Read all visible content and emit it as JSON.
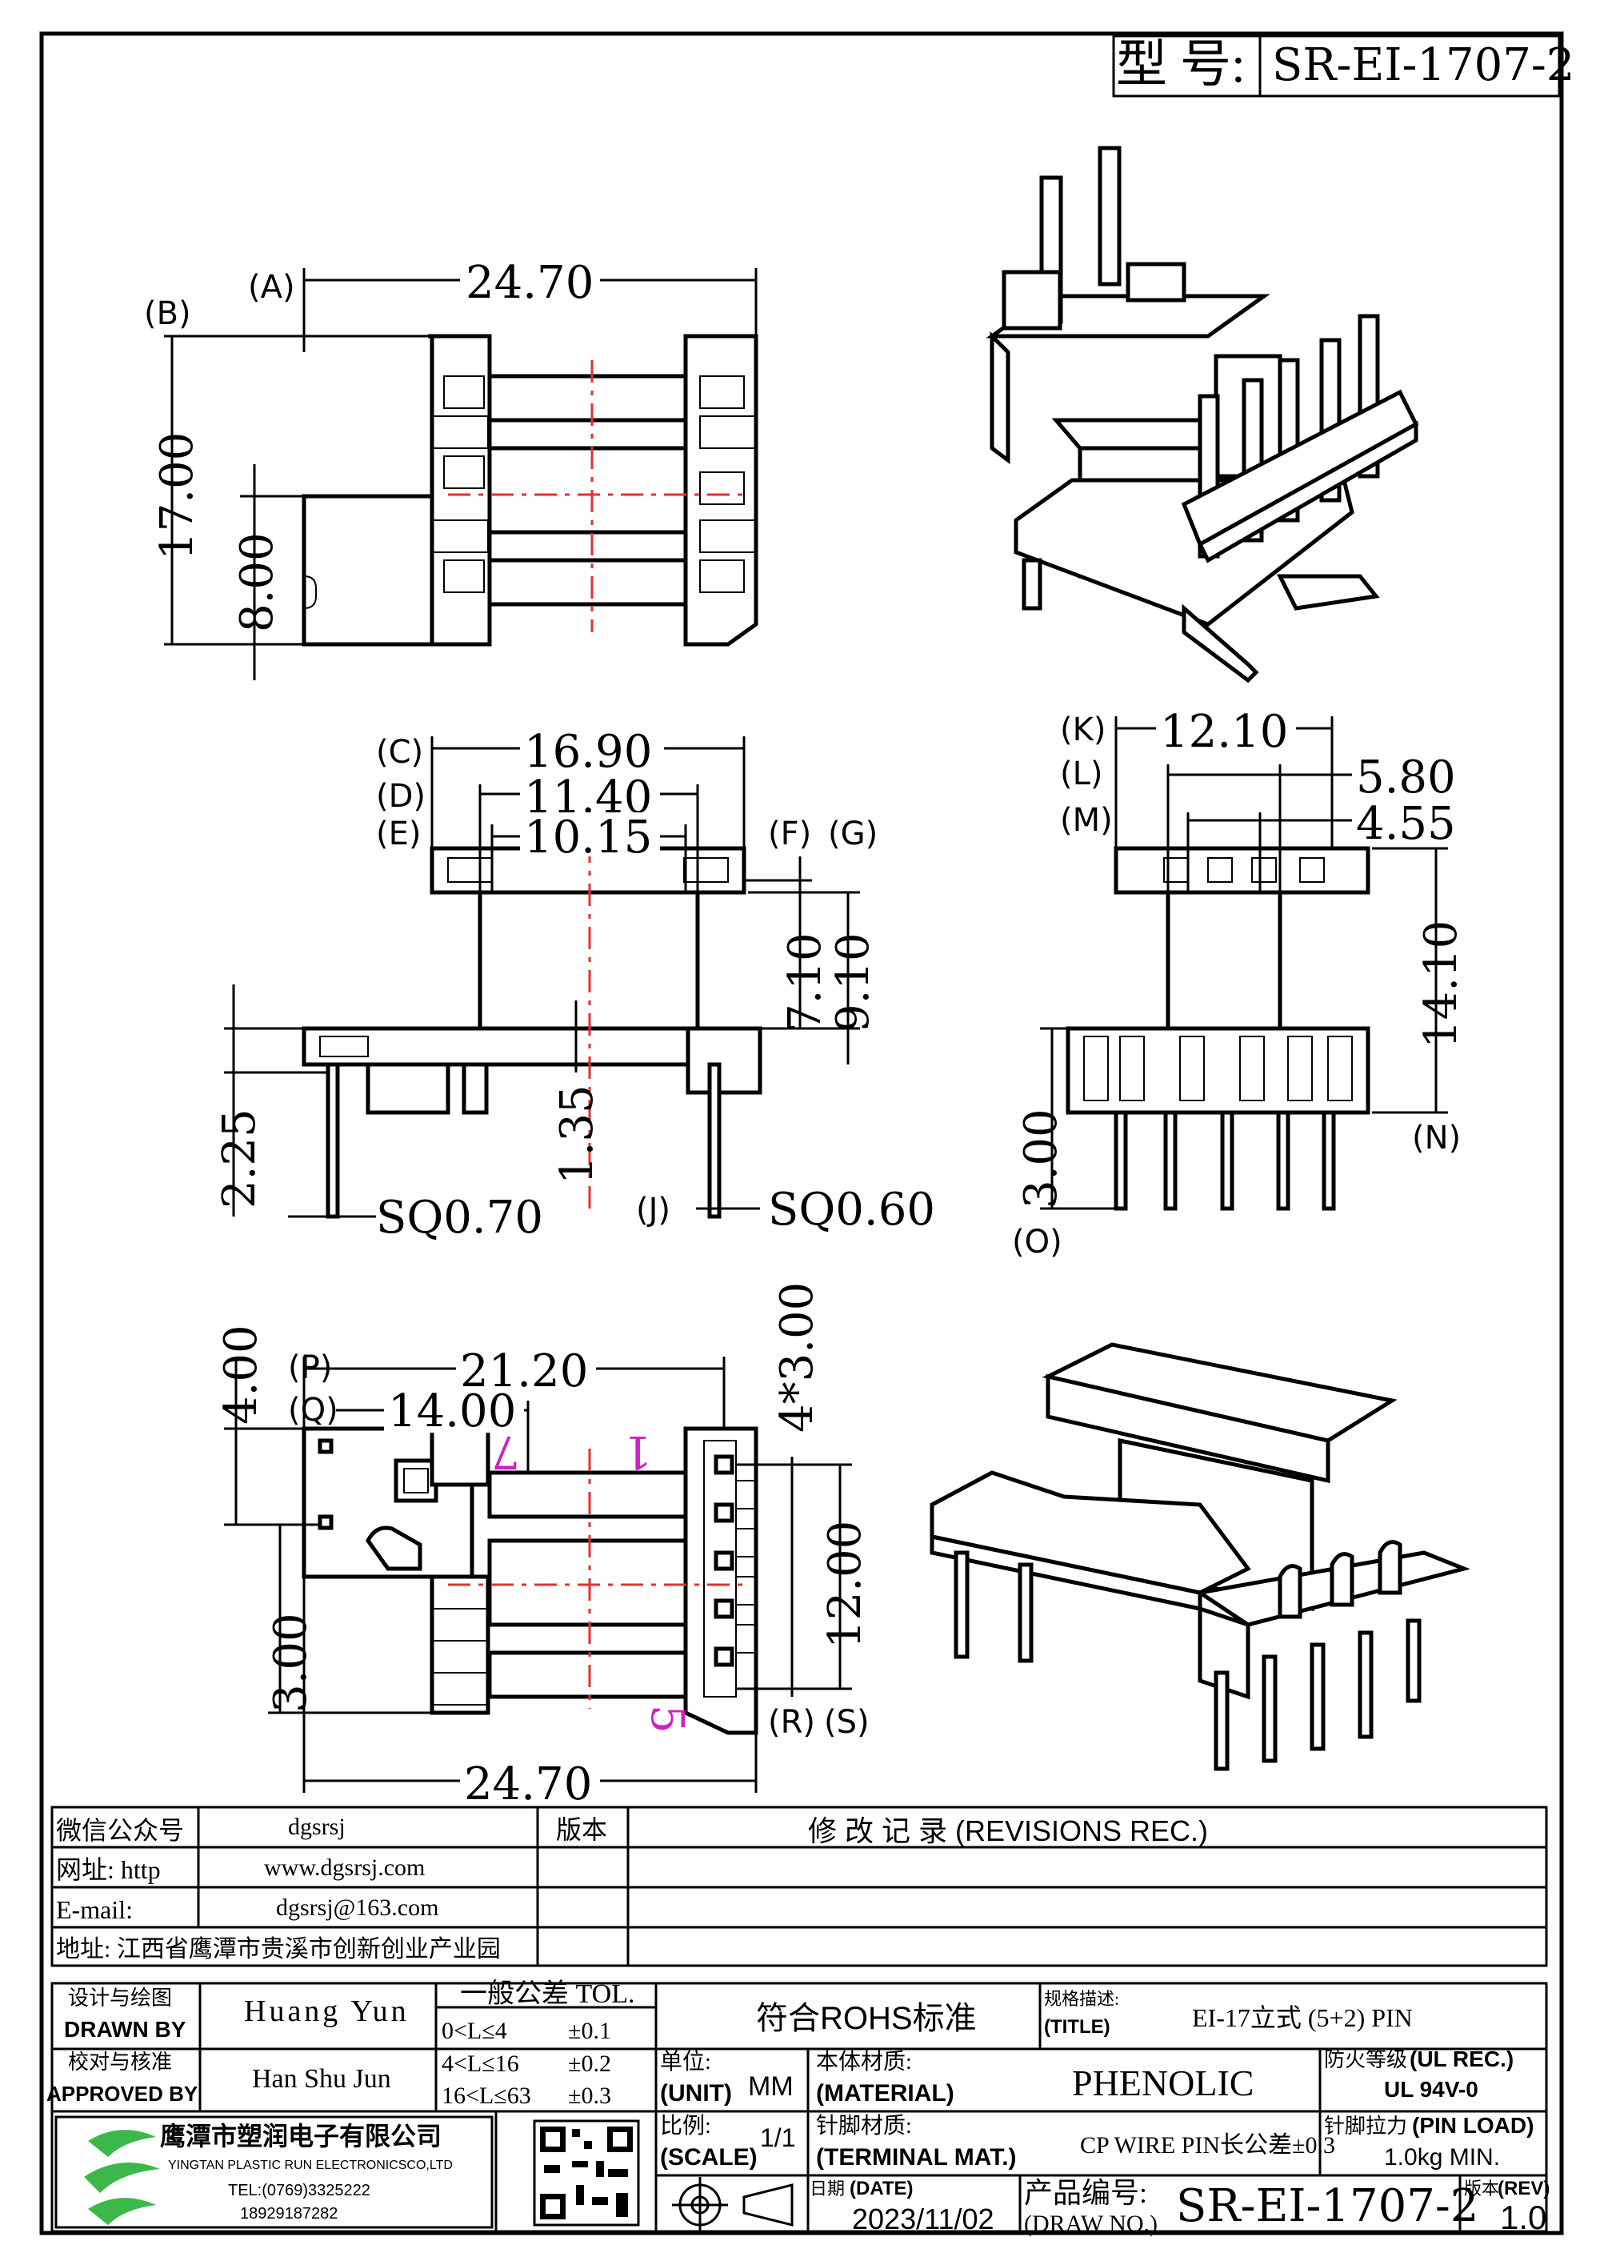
{
  "title_block": {
    "model_label": "型 号:",
    "model_number": "SR-EI-1707-2"
  },
  "top_view": {
    "dims": {
      "width": "24.70",
      "height": "17.00",
      "offset": "8.00"
    },
    "ref_labels": {
      "a": "(A)",
      "b": "(B)"
    }
  },
  "front_view": {
    "dims": {
      "c": "16.90",
      "d": "11.40",
      "e": "10.15",
      "h1": "7.10",
      "h2": "9.10",
      "pin_h": "2.25",
      "base": "1.35",
      "sq1": "SQ0.70",
      "sq2": "SQ0.60"
    },
    "ref_labels": {
      "c": "(C)",
      "d": "(D)",
      "e": "(E)",
      "f": "(F)",
      "g": "(G)",
      "j": "(J)"
    }
  },
  "side_view": {
    "dims": {
      "k": "12.10",
      "l": "5.80",
      "m": "4.55",
      "height": "14.10",
      "pin": "3.00"
    },
    "ref_labels": {
      "k": "(K)",
      "l": "(L)",
      "m": "(M)",
      "n": "(N)",
      "o": "(O)"
    }
  },
  "bottom_view": {
    "dims": {
      "p": "21.20",
      "q": "14.00",
      "left_top": "4.00",
      "pitch": "4*3.00",
      "span": "12.00",
      "left_bottom": "3.00",
      "width": "24.70"
    },
    "ref_labels": {
      "p": "(P)",
      "q": "(Q)",
      "r": "(R)",
      "s": "(S)"
    },
    "pin_marks": {
      "m7": "7",
      "m1": "1",
      "m5": "5"
    }
  },
  "info_table": {
    "wechat_label": "微信公众号",
    "wechat_value": "dgsrsj",
    "web_label": "网址: http",
    "web_value": "www.dgsrsj.com",
    "email_label": "E-mail:",
    "email_value": "dgsrsj@163.com",
    "address": "地址: 江西省鹰潭市贵溪市创新创业产业园",
    "version_label": "版本",
    "revisions_label": "修 改 记 录  (REVISIONS REC.)"
  },
  "title_table": {
    "drawn_cn": "设计与绘图",
    "drawn_en": "DRAWN BY",
    "drawn_name": "Huang  Yun",
    "approved_cn": "校对与核准",
    "approved_en": "APPROVED BY",
    "approved_name": "Han Shu Jun",
    "tol_title": "一般公差 TOL.",
    "tol_rows": [
      {
        "range": "0<L≤4",
        "tol": "±0.1"
      },
      {
        "range": "4<L≤16",
        "tol": "±0.2"
      },
      {
        "range": "16<L≤63",
        "tol": "±0.3"
      }
    ],
    "rohs": "符合ROHS标准",
    "title_cn": "规格描述:",
    "title_en": "(TITLE)",
    "title_value": "EI-17立式 (5+2) PIN",
    "unit_cn": "单位:",
    "unit_en": "(UNIT)",
    "unit_value": "MM",
    "material_cn": "本体材质:",
    "material_en": "(MATERIAL)",
    "material_value": "PHENOLIC",
    "flame_cn": "防火等级",
    "flame_en": "(UL REC.)",
    "flame_value": "UL 94V-0",
    "scale_cn": "比例:",
    "scale_en": "(SCALE)",
    "scale_value": "1/1",
    "terminal_cn": "针脚材质:",
    "terminal_en": "(TERMINAL MAT.)",
    "terminal_value": "CP WIRE  PIN长公差±0.3",
    "pinload_cn": "针脚拉力",
    "pinload_en": "(PIN LOAD)",
    "pinload_value": "1.0kg MIN.",
    "date_cn": "日期",
    "date_en": "(DATE)",
    "date_value": "2023/11/02",
    "drawno_cn": "产品编号:",
    "drawno_en": "(DRAW NO.)",
    "drawno_value": "SR-EI-1707-2",
    "rev_cn": "版本",
    "rev_en": "(REV)",
    "rev_value": "1.0",
    "company_cn": "鹰潭市塑润电子有限公司",
    "company_en": "YINGTAN PLASTIC RUN ELECTRONICSCO,LTD",
    "tel": "TEL:(0769)3325222",
    "phone": "18929187282"
  },
  "colors": {
    "centerline": "#e53030",
    "pin_mark": "#d020c0",
    "logo_green": "#3cb84a"
  }
}
